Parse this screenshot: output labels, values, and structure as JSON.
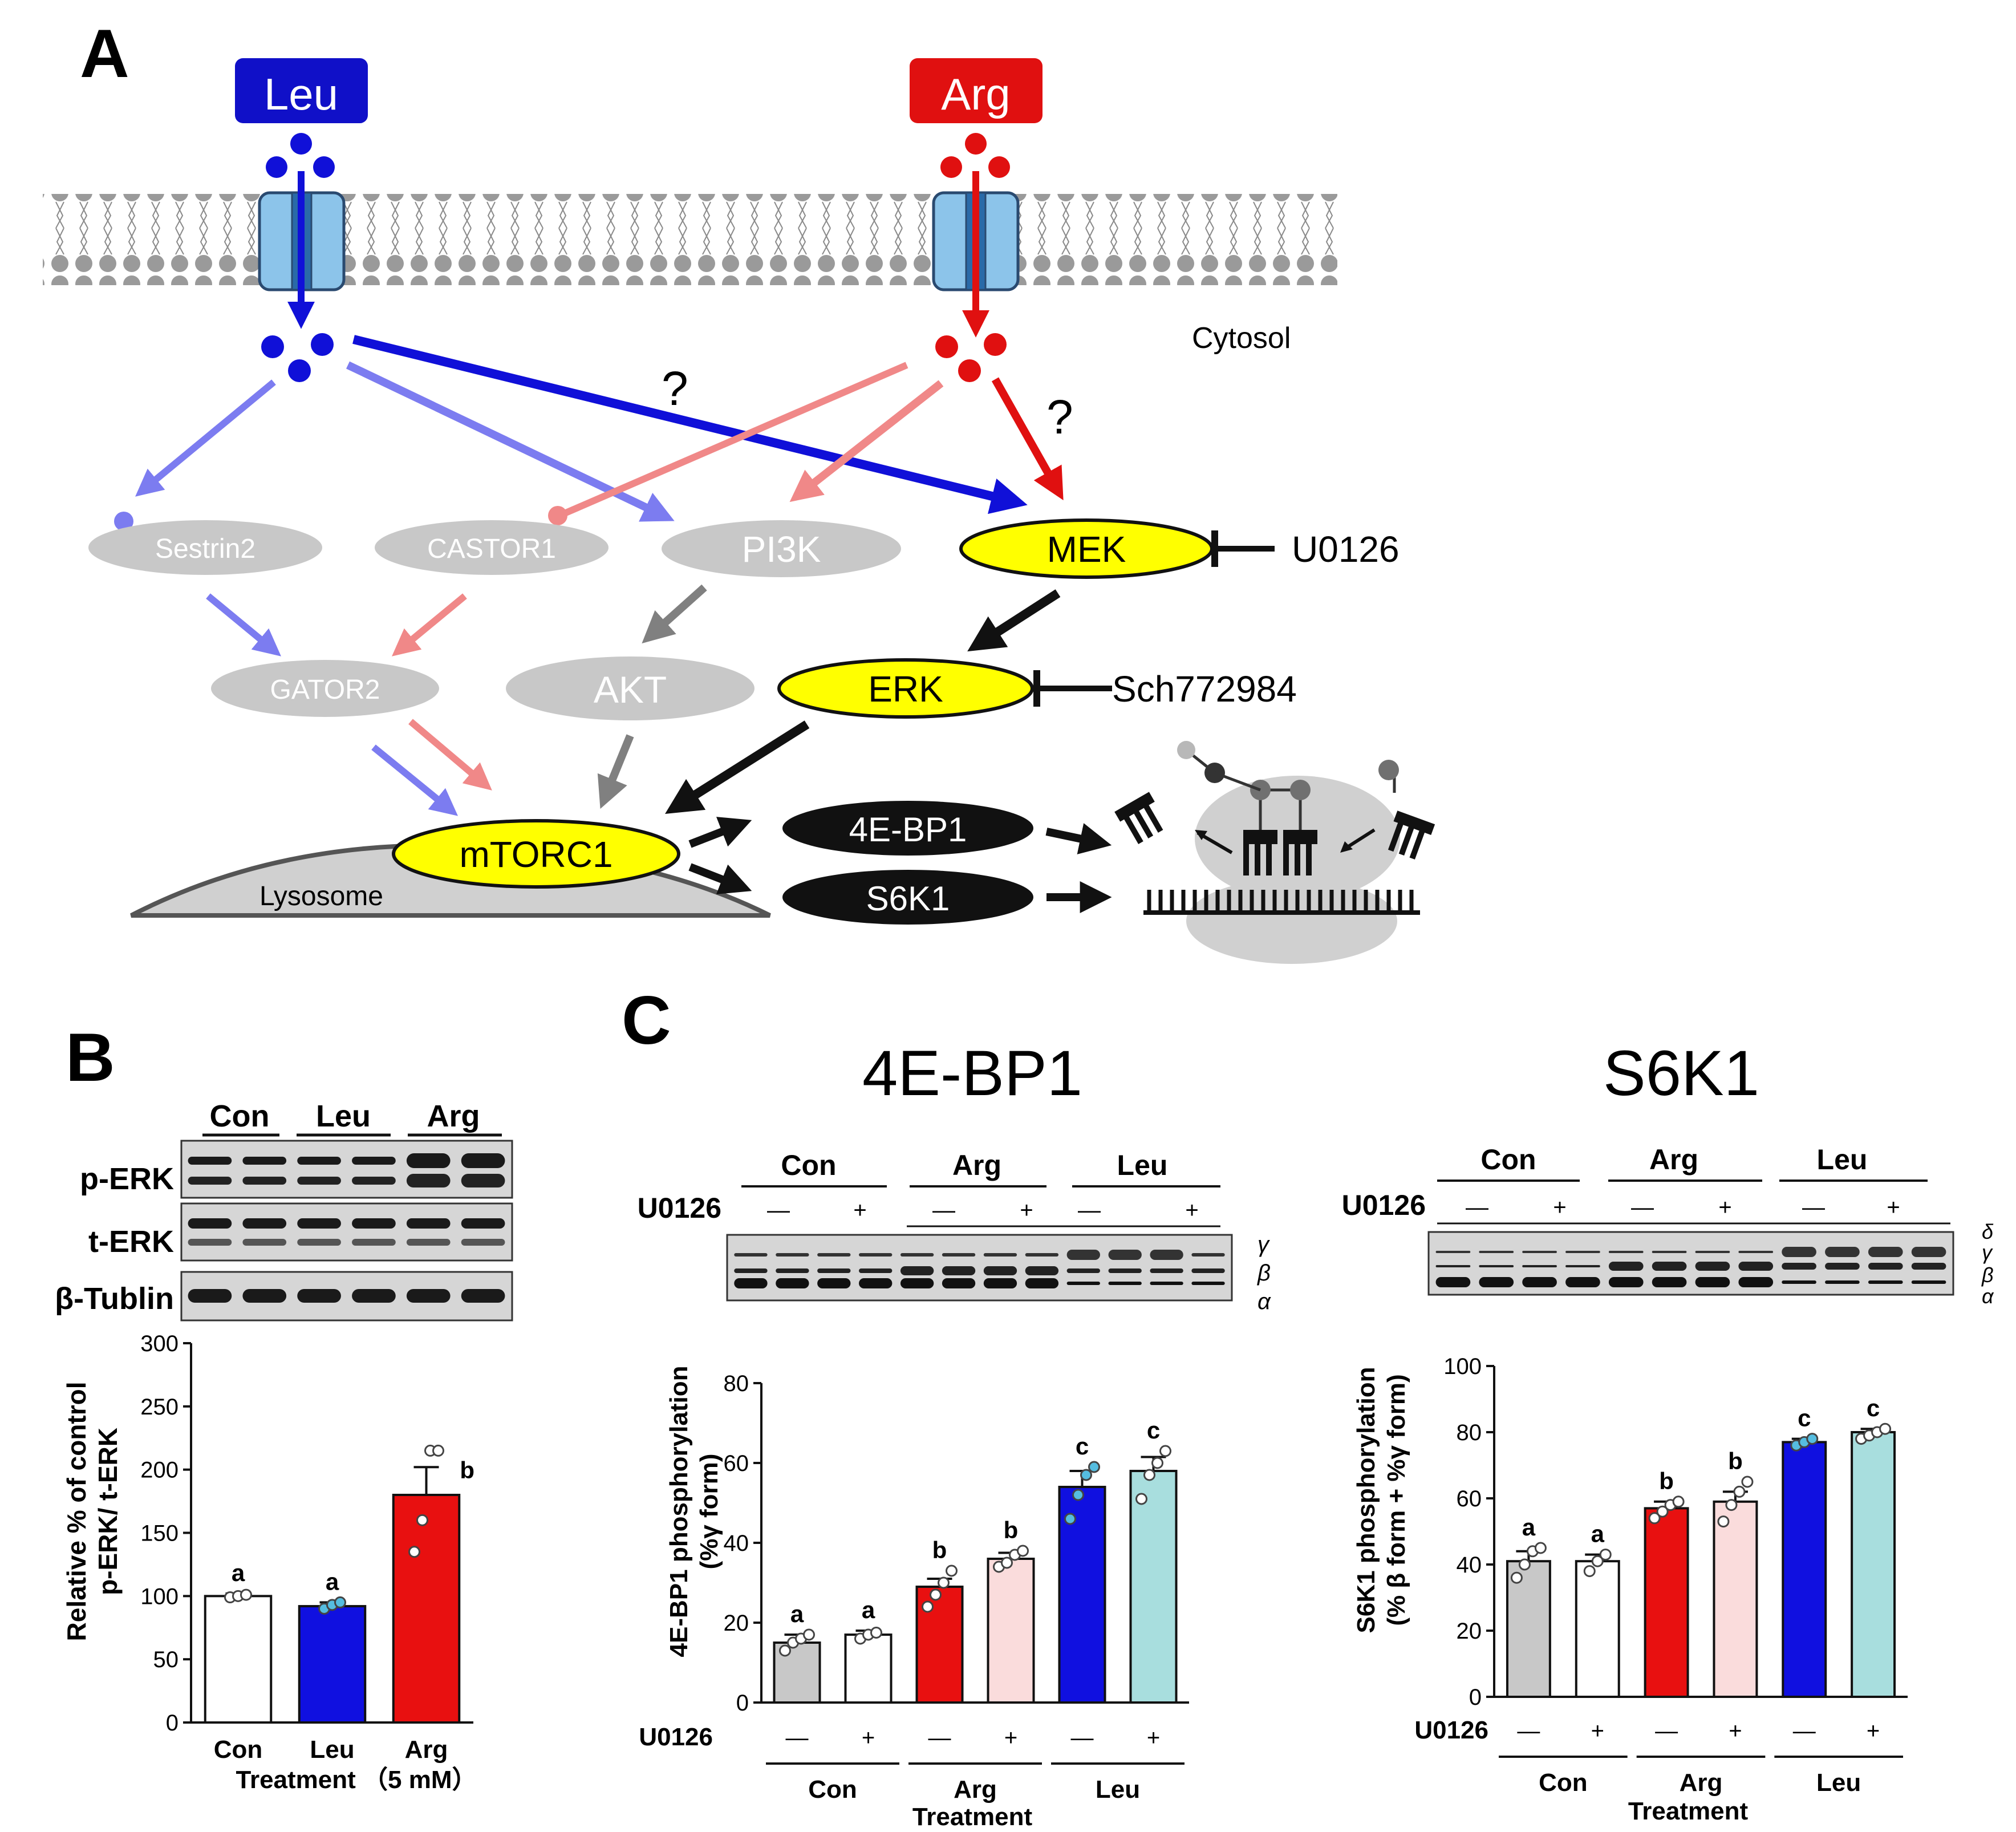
{
  "panel_a": {
    "letter": "A",
    "leu_label": "Leu",
    "arg_label": "Arg",
    "cytosol": "Cytosol",
    "question1": "?",
    "question2": "?",
    "nodes": {
      "sestrin2": "Sestrin2",
      "castor1": "CASTOR1",
      "pi3k": "PI3K",
      "mek": "MEK",
      "gator2": "GATOR2",
      "akt": "AKT",
      "erk": "ERK",
      "mtorc1": "mTORC1",
      "bp1": "4E-BP1",
      "s6k1": "S6K1"
    },
    "inhibitor_mek": "U0126",
    "inhibitor_erk": "Sch772984",
    "lysosome": "Lysosome",
    "colors": {
      "leu": "#1010d8",
      "arg": "#e01010",
      "yellow": "#ffff00",
      "grey_node": "#c8c8c8"
    }
  },
  "panel_b": {
    "letter": "B",
    "blot_groups": [
      "Con",
      "Leu",
      "Arg"
    ],
    "blot_rows": [
      "p-ERK",
      "t-ERK",
      "β-Tublin"
    ],
    "ylabel_1": "Relative % of control",
    "ylabel_2": "p-ERK/ t-ERK",
    "xlabel": "Treatment  （5 mM）",
    "yticks": [
      "0",
      "50",
      "100",
      "150",
      "200",
      "250",
      "300"
    ]
  },
  "panel_c": {
    "letter": "C",
    "title_bp1": "4E-BP1",
    "title_s6k1": "S6K1",
    "groups": [
      "Con",
      "Arg",
      "Leu"
    ],
    "u0126": "U0126",
    "minus": "—",
    "plus": "+",
    "bp1_forms": [
      "γ",
      "β",
      "α"
    ],
    "s6k1_forms": [
      "δ",
      "γ",
      "β",
      "α"
    ],
    "ylabel_bp1_1": "4E-BP1 phosphorylation",
    "ylabel_bp1_2": "(%γ form)",
    "ylabel_s6k1_1": "S6K1 phosphorylation",
    "ylabel_s6k1_2": "(% β form + %γ form)",
    "xlabel": "Treatment",
    "yticks_bp1": [
      "0",
      "20",
      "40",
      "60",
      "80"
    ],
    "yticks_s6k1": [
      "0",
      "20",
      "40",
      "60",
      "80",
      "100"
    ]
  },
  "chart_data": [
    {
      "type": "bar",
      "categories": [
        "Con",
        "Leu",
        "Arg"
      ],
      "values": [
        100,
        92,
        180
      ],
      "errors": [
        2,
        3,
        22
      ],
      "letters": [
        "a",
        "a",
        "b"
      ],
      "ylim": [
        0,
        300
      ],
      "colors": [
        "#ffffff",
        "#1010e0",
        "#e81010"
      ],
      "points": [
        [
          99,
          100,
          101
        ],
        [
          90,
          93,
          95
        ],
        [
          135,
          160,
          215,
          215
        ]
      ]
    },
    {
      "type": "bar",
      "categories": [
        "Con -",
        "Con +",
        "Arg -",
        "Arg +",
        "Leu -",
        "Leu +"
      ],
      "values": [
        15,
        17,
        29,
        36,
        54,
        58
      ],
      "errors": [
        2,
        1,
        2,
        1.5,
        4,
        3.5
      ],
      "letters": [
        "a",
        "a",
        "b",
        "b",
        "c",
        "c"
      ],
      "ylim": [
        0,
        80
      ],
      "colors": [
        "#c8c8c8",
        "#ffffff",
        "#e81010",
        "#fadcdc",
        "#1010e0",
        "#a8dede"
      ],
      "points": [
        [
          13,
          15,
          16,
          17
        ],
        [
          16,
          17,
          17.5
        ],
        [
          24,
          27,
          30,
          33
        ],
        [
          34,
          35,
          37,
          38
        ],
        [
          46,
          52,
          57,
          59
        ],
        [
          51,
          57,
          60,
          63
        ]
      ]
    },
    {
      "type": "bar",
      "categories": [
        "Con -",
        "Con +",
        "Arg -",
        "Arg +",
        "Leu -",
        "Leu +"
      ],
      "values": [
        41,
        41,
        57,
        59,
        77,
        80
      ],
      "errors": [
        3,
        2,
        2,
        3,
        1,
        1
      ],
      "letters": [
        "a",
        "a",
        "b",
        "b",
        "c",
        "c"
      ],
      "ylim": [
        0,
        100
      ],
      "colors": [
        "#c8c8c8",
        "#ffffff",
        "#e81010",
        "#fadcdc",
        "#1010e0",
        "#a8dede"
      ],
      "points": [
        [
          36,
          40,
          44,
          45
        ],
        [
          38,
          41,
          43
        ],
        [
          54,
          56,
          58,
          59
        ],
        [
          53,
          58,
          62,
          65
        ],
        [
          76,
          77,
          78
        ],
        [
          78,
          79,
          80,
          81
        ]
      ]
    }
  ]
}
